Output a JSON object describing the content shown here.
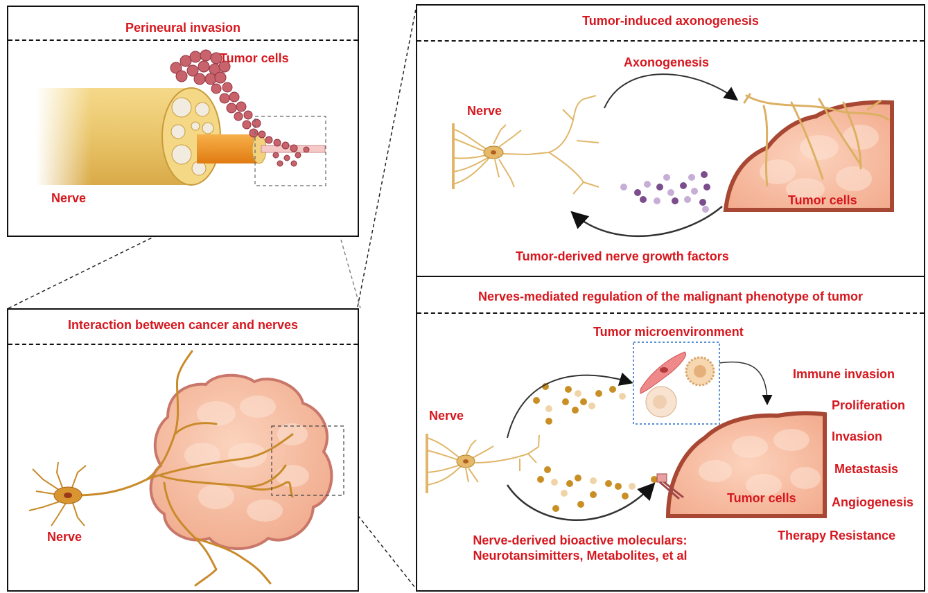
{
  "colors": {
    "label_red": "#d6171e",
    "nerve": "#e8c27a",
    "tumor": "#f6b89a",
    "tumor_edge": "#b3493a",
    "tumor_cells_cluster": "#c0606a"
  },
  "panel_perineural": {
    "title": "Perineural invasion",
    "tumor_cells_label": "Tumor cells",
    "nerve_label": "Nerve"
  },
  "panel_interaction": {
    "title": "Interaction between cancer and nerves",
    "nerve_label": "Nerve"
  },
  "panel_axonogenesis": {
    "title": "Tumor-induced axonogenesis",
    "axonogenesis_label": "Axonogenesis",
    "nerve_label": "Nerve",
    "tumor_cells_label": "Tumor cells",
    "growth_factors_label": "Tumor-derived nerve growth factors"
  },
  "panel_regulation": {
    "title": "Nerves-mediated regulation of the malignant  phenotype of tumor",
    "microenvironment_label": "Tumor microenvironment",
    "nerve_label": "Nerve",
    "tumor_cells_label": "Tumor cells",
    "bioactive_line1": "Nerve-derived bioactive moleculars:",
    "bioactive_line2": "Neurotansimitters, Metabolites, et al",
    "phenotypes": [
      "Immune invasion",
      "Proliferation",
      "Invasion",
      "Metastasis",
      "Angiogenesis",
      "Therapy Resistance"
    ]
  }
}
